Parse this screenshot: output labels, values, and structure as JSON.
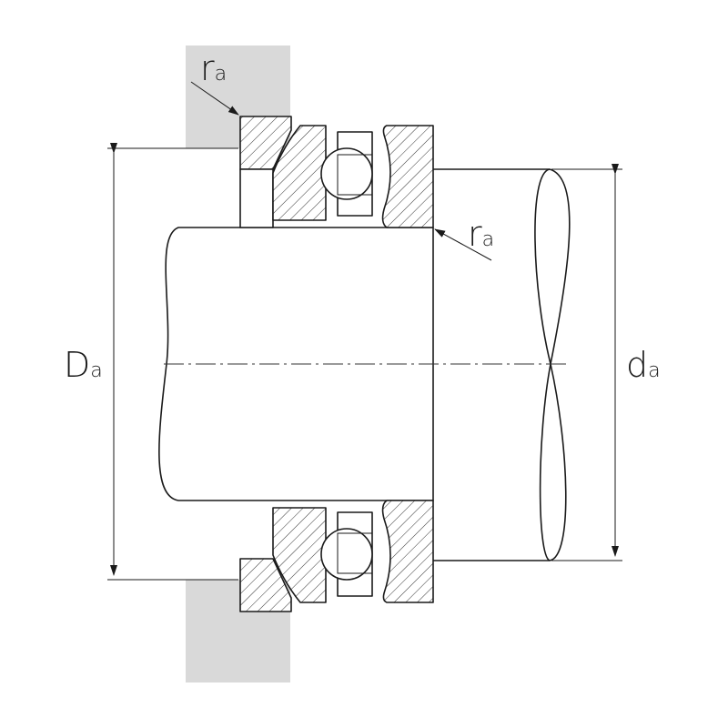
{
  "colors": {
    "line": "#1a1a1a",
    "housing": "#d9d9d9",
    "background": "#ffffff"
  },
  "labels": {
    "outer_diameter": {
      "main": "D",
      "sub": "a"
    },
    "shaft_diameter": {
      "main": "d",
      "sub": "a"
    },
    "fillet_radius_housing": {
      "main": "r",
      "sub": "a"
    },
    "fillet_radius_shaft": {
      "main": "r",
      "sub": "a"
    }
  }
}
